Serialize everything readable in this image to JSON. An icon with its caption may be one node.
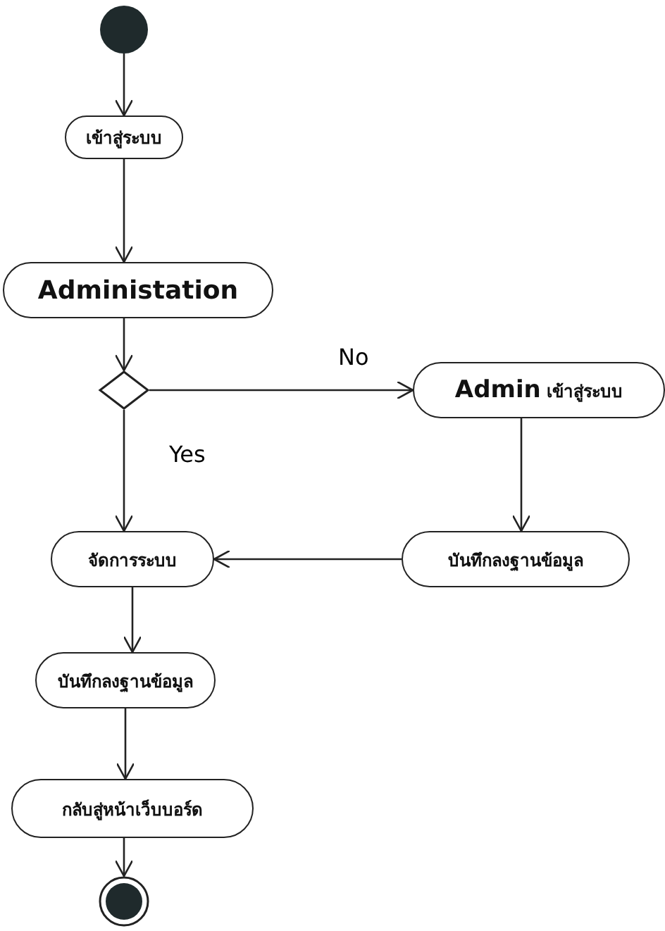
{
  "diagram": {
    "nodes": [
      {
        "text": [],
        "shape": "circle"
      },
      {
        "text": [
          "เข้าสู่ระบบ"
        ]
      },
      {
        "text": [
          "Administation"
        ]
      },
      {
        "text": [],
        "shape": "diamond"
      },
      {
        "text": [
          "**Admin** เข้าสู่ระบบ"
        ]
      },
      {
        "text": [
          "บันทึกลงฐานข้อมูล"
        ]
      },
      {
        "text": [
          "จัดการระบบ"
        ]
      },
      {
        "text": [
          "บันทึกลงฐานข้อมูล"
        ]
      },
      {
        "text": [
          "กลับสู่หน้าเว็บบอร์ด"
        ]
      },
      {
        "text": [],
        "shape": "circle"
      }
    ],
    "edges": [
      {
        "from": 0,
        "to": 1,
        "arrow": "to"
      },
      {
        "from": 1,
        "to": 2,
        "arrow": "to"
      },
      {
        "from": 2,
        "to": 3,
        "arrow": "to"
      },
      {
        "from": 3,
        "to": 4,
        "arrow": "to",
        "label": "No"
      },
      {
        "from": 3,
        "to": 6,
        "arrow": "to",
        "label": "Yes"
      },
      {
        "from": 4,
        "to": 5,
        "arrow": "to"
      },
      {
        "from": 5,
        "to": 6,
        "arrow": "to"
      },
      {
        "from": 6,
        "to": 7,
        "arrow": "to"
      },
      {
        "from": 7,
        "to": 8,
        "arrow": "to"
      },
      {
        "from": 8,
        "to": 9,
        "arrow": "to"
      }
    ]
  }
}
